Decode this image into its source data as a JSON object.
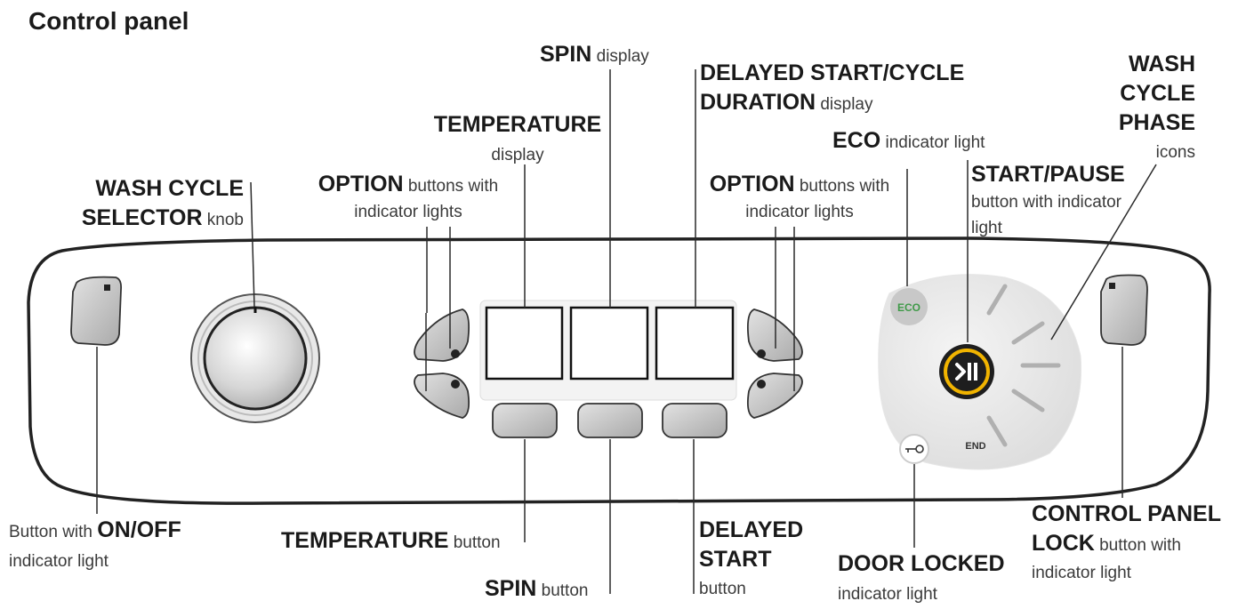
{
  "title": "Control panel",
  "labels": {
    "spin_display": {
      "bold": "SPIN",
      "rest": "display"
    },
    "delayed_display": {
      "bold1": "DELAYED START/CYCLE",
      "bold2": "DURATION",
      "rest": "display"
    },
    "wash_phase": {
      "bold1": "WASH",
      "bold2": "CYCLE",
      "bold3": "PHASE",
      "rest": "icons"
    },
    "temperature_display": {
      "bold": "TEMPERATURE",
      "rest": "display"
    },
    "eco_light": {
      "bold": "ECO",
      "rest": "indicator light"
    },
    "wash_selector": {
      "bold1": "WASH CYCLE",
      "bold2": "SELECTOR",
      "rest": "knob"
    },
    "option_left": {
      "bold": "OPTION",
      "rest1": "buttons with",
      "rest2": "indicator lights"
    },
    "option_right": {
      "bold": "OPTION",
      "rest1": "buttons with",
      "rest2": "indicator lights"
    },
    "start_pause": {
      "bold": "START/PAUSE",
      "rest1": "button with indicator",
      "rest2": "light"
    },
    "on_off": {
      "pre": "Button with",
      "bold": "ON/OFF",
      "rest": "indicator light"
    },
    "temperature_button": {
      "bold": "TEMPERATURE",
      "rest": "button"
    },
    "spin_button": {
      "bold": "SPIN",
      "rest": "button"
    },
    "delayed_start": {
      "bold1": "DELAYED",
      "bold2": "START",
      "rest": "button"
    },
    "door_locked": {
      "bold": "DOOR LOCKED",
      "rest": "indicator light"
    },
    "control_lock": {
      "bold1": "CONTROL PANEL",
      "bold2": "LOCK",
      "rest1": "button with",
      "rest2": "indicator light"
    }
  },
  "panel": {
    "eco_text": "ECO",
    "end_text": "END"
  },
  "colors": {
    "eco_green": "#3f9a48",
    "start_ring": "#f1b400",
    "start_core": "#1e1e1e",
    "button_fill": "#c4c4c4"
  }
}
